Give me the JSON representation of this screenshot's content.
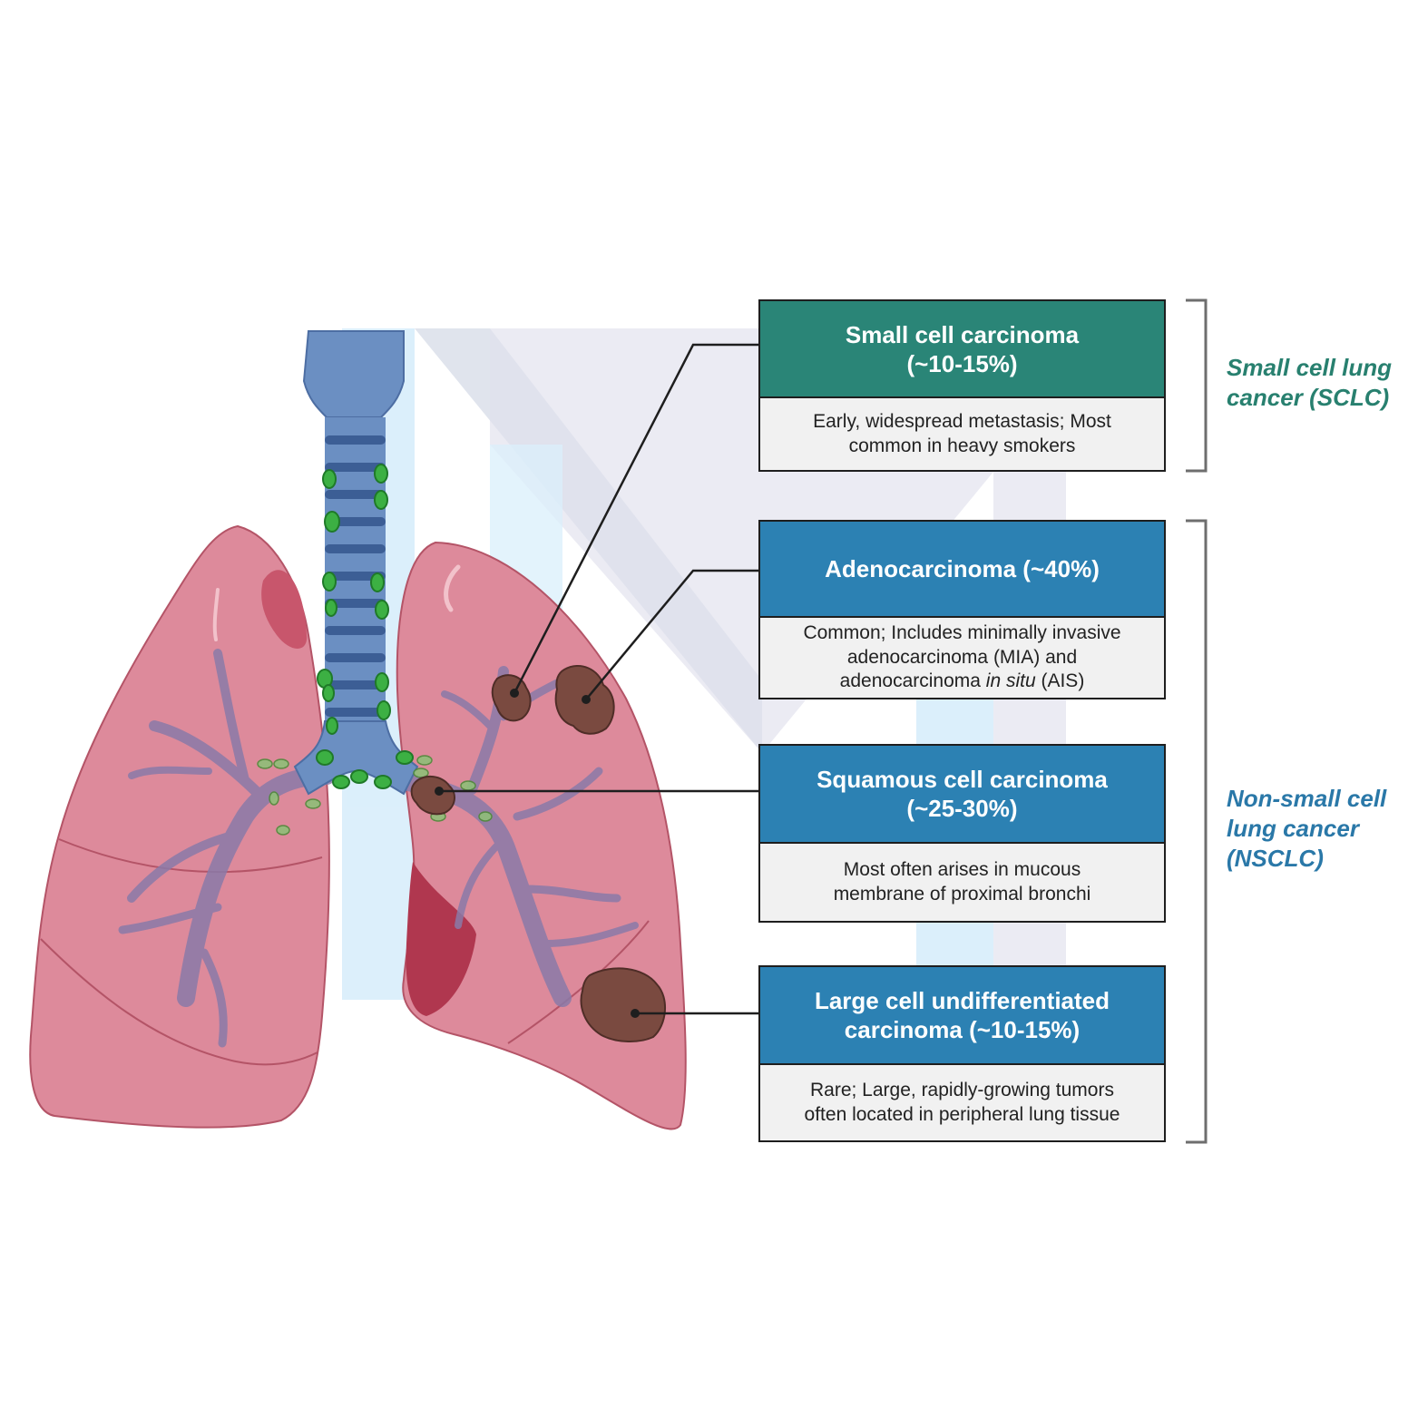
{
  "cards": [
    {
      "title_lines": [
        "Small cell carcinoma",
        "(~10-15%)"
      ],
      "desc_lines": [
        "Early, widespread metastasis; Most",
        "common in heavy smokers"
      ]
    },
    {
      "title_lines": [
        "Adenocarcinoma (~40%)"
      ],
      "desc_lines": [
        "Common; Includes minimally invasive",
        "adenocarcinoma (MIA) and"
      ],
      "desc_last": {
        "before": "adenocarcinoma ",
        "italic": "in situ",
        "after": " (AIS)"
      }
    },
    {
      "title_lines": [
        "Squamous cell carcinoma",
        "(~25-30%)"
      ],
      "desc_lines": [
        "Most often arises in mucous",
        "membrane of proximal bronchi"
      ]
    },
    {
      "title_lines": [
        "Large cell undifferentiated",
        "carcinoma (~10-15%)"
      ],
      "desc_lines": [
        "Rare; Large, rapidly-growing tumors",
        "often located in peripheral lung tissue"
      ]
    }
  ],
  "groups": {
    "sclc": [
      "Small cell lung",
      "cancer (SCLC)"
    ],
    "nsclc": [
      "Non-small cell",
      "lung cancer",
      "(NSCLC)"
    ]
  },
  "colors": {
    "sclc_teal": "#2a8577",
    "nsclc_blue": "#2c81b3",
    "lung_pink": "#dd8a9b",
    "trachea_blue": "#6b8fc2",
    "lymph_node_green": "#3cb043",
    "tumor_brown": "#7a4a40"
  }
}
